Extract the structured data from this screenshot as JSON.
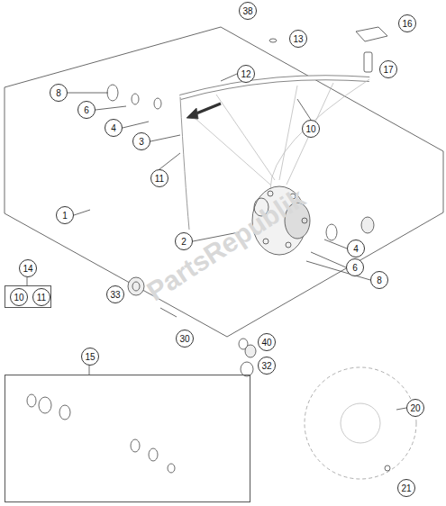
{
  "diagram": {
    "nodes": [
      {
        "text": [
          "38"
        ]
      },
      {
        "text": [
          "16"
        ]
      },
      {
        "text": [
          "13"
        ]
      },
      {
        "text": [
          "17"
        ]
      },
      {
        "text": [
          "12"
        ]
      },
      {
        "text": [
          "8"
        ]
      },
      {
        "text": [
          "6"
        ]
      },
      {
        "text": [
          "4"
        ]
      },
      {
        "text": [
          "3"
        ]
      },
      {
        "text": [
          "10"
        ]
      },
      {
        "text": [
          "11"
        ]
      },
      {
        "text": [
          "1"
        ]
      },
      {
        "text": [
          "2"
        ]
      },
      {
        "text": [
          "4"
        ]
      },
      {
        "text": [
          "6"
        ]
      },
      {
        "text": [
          "8"
        ]
      },
      {
        "text": [
          "14"
        ]
      },
      {
        "text": [
          "10"
        ],
        "in": 16
      },
      {
        "text": [
          "11"
        ],
        "in": 16
      },
      {
        "text": [
          "33"
        ]
      },
      {
        "text": [
          "30"
        ]
      },
      {
        "text": [
          "40"
        ]
      },
      {
        "text": [
          "32"
        ]
      },
      {
        "text": [
          "15"
        ]
      },
      {
        "text": [
          "20"
        ]
      },
      {
        "text": [
          "21"
        ]
      }
    ],
    "labels": [
      "PartsRepublik"
    ]
  }
}
